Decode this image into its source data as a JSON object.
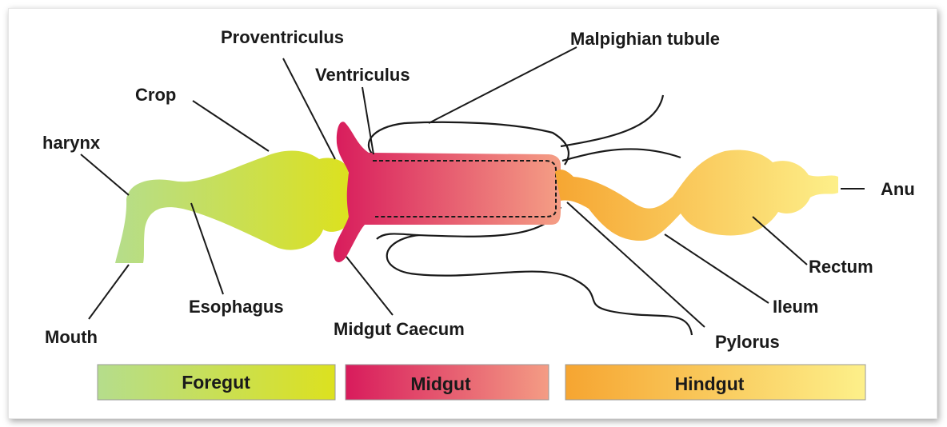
{
  "labels": {
    "proventriculus": "Proventriculus",
    "malpighian": "Malpighian tubule",
    "ventriculus": "Ventriculus",
    "crop": "Crop",
    "pharynx": "harynx",
    "anus": "Anu",
    "rectum": "Rectum",
    "ileum": "Ileum",
    "mouth": "Mouth",
    "esophagus": "Esophagus",
    "midgut_caecum": "Midgut Caecum",
    "pylorus": "Pylorus"
  },
  "bands": {
    "foregut": "Foregut",
    "midgut": "Midgut",
    "hindgut": "Hindgut"
  },
  "colors": {
    "foregut_start": "#b5dd8c",
    "foregut_end": "#dce11f",
    "midgut_start": "#d81b5c",
    "midgut_end": "#f49c84",
    "hindgut_start": "#f6a531",
    "hindgut_end": "#fdf08a",
    "line": "#1a1a1a"
  }
}
